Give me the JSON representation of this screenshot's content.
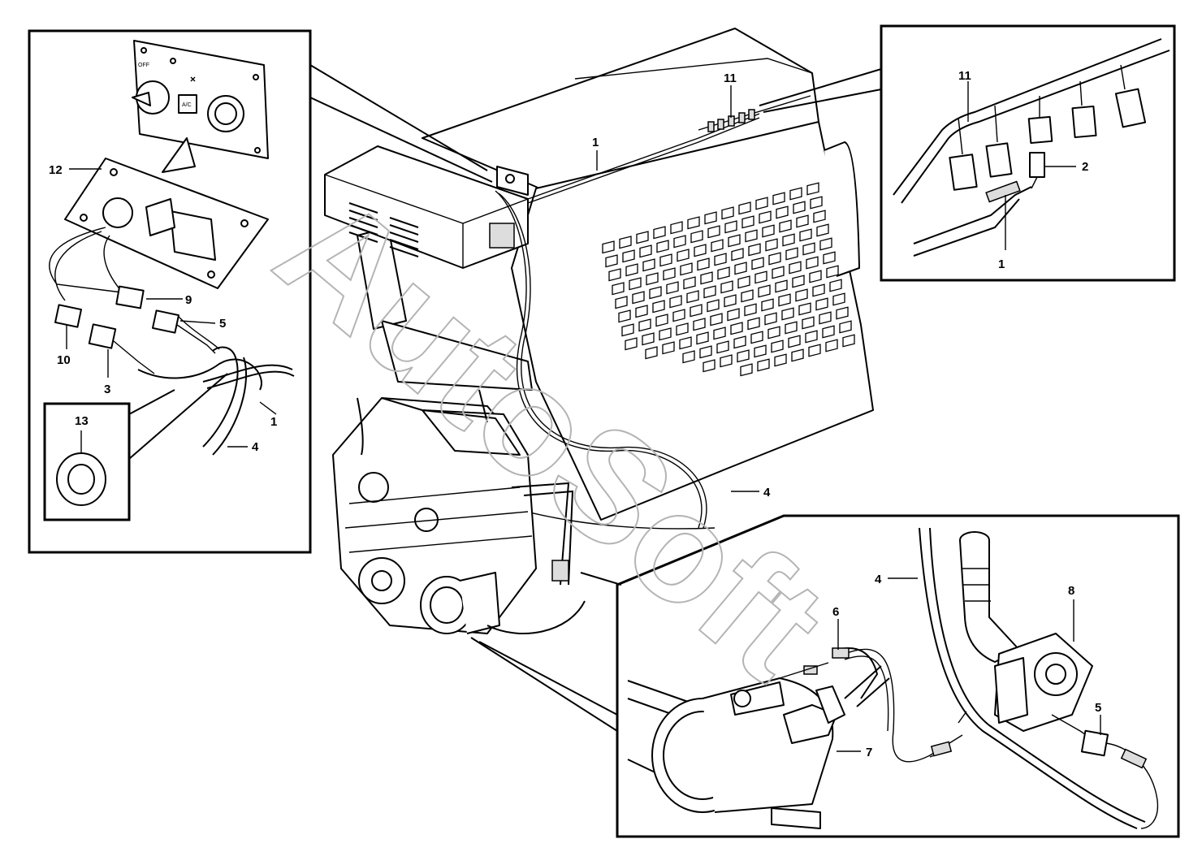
{
  "watermark": "AutoSoft",
  "labels": {
    "callout_1_top": "1",
    "callout_11_top": "11",
    "callout_4_main": "4",
    "detail_top_left": {
      "callout_12": "12",
      "callout_9": "9",
      "callout_5": "5",
      "callout_10": "10",
      "callout_3": "3",
      "callout_13": "13",
      "callout_1": "1",
      "callout_4": "4",
      "switch_off": "OFF",
      "ac_button": "A/C"
    },
    "detail_top_right": {
      "callout_11": "11",
      "callout_2": "2",
      "callout_1": "1"
    },
    "detail_bottom_right": {
      "callout_4": "4",
      "callout_6": "6",
      "callout_7": "7",
      "callout_8": "8",
      "callout_5": "5"
    }
  }
}
